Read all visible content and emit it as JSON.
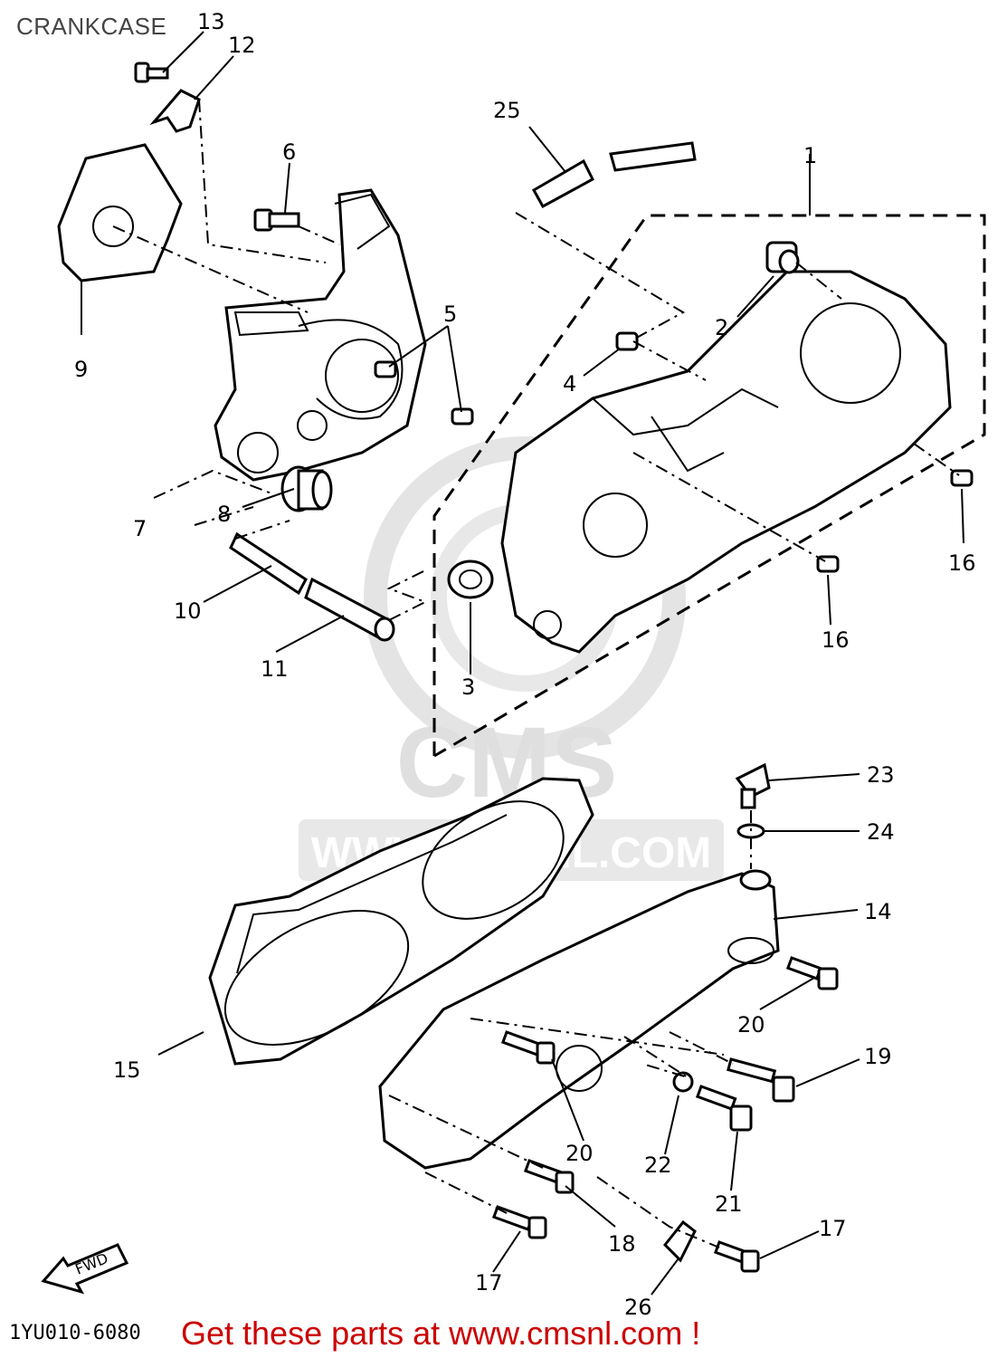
{
  "title": "CRANKCASE",
  "diagram_code": "1YU010-6080",
  "watermark": {
    "logo_text": "CMS",
    "url": "WWW.CMSNL.COM"
  },
  "fwd_label": "FWD",
  "call_to_action": "Get these parts at www.cmsnl.com !",
  "labels": {
    "l1": "1",
    "l2": "2",
    "l3": "3",
    "l4": "4",
    "l5": "5",
    "l6": "6",
    "l7": "7",
    "l8": "8",
    "l9": "9",
    "l10": "10",
    "l11": "11",
    "l12": "12",
    "l13": "13",
    "l14": "14",
    "l15": "15",
    "l16a": "16",
    "l16b": "16",
    "l17a": "17",
    "l17b": "17",
    "l18": "18",
    "l19": "19",
    "l20a": "20",
    "l20b": "20",
    "l21": "21",
    "l22": "22",
    "l23": "23",
    "l24": "24",
    "l25": "25",
    "l26": "26"
  }
}
